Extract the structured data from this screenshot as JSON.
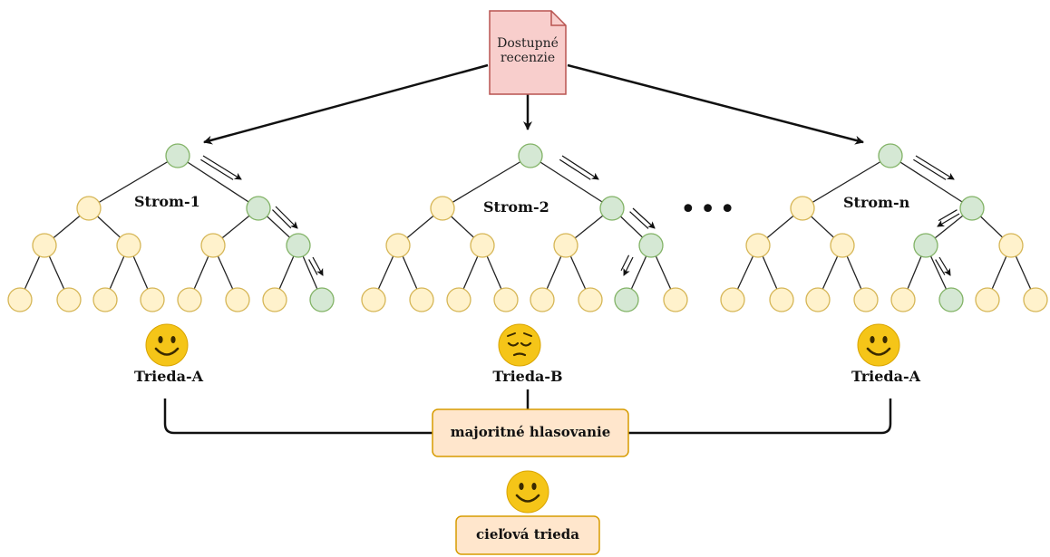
{
  "source": {
    "label_line1": "Dostupné",
    "label_line2": "recenzie"
  },
  "trees": [
    {
      "label": "Strom-1",
      "result": "Trieda-A",
      "emoji": "smile"
    },
    {
      "label": "Strom-2",
      "result": "Trieda-B",
      "emoji": "pensive"
    },
    {
      "label": "Strom-n",
      "result": "Trieda-A",
      "emoji": "smile"
    }
  ],
  "ellipsis": "•••",
  "voting": {
    "label": "majoritné hlasovanie"
  },
  "target": {
    "label": "cieľová trieda",
    "emoji": "smile"
  },
  "colors": {
    "node_default_fill": "#fff2cc",
    "node_default_stroke": "#d6b656",
    "node_path_fill": "#d5e8d4",
    "node_path_stroke": "#82b366",
    "document_fill": "#f8cecc",
    "document_stroke": "#b85450",
    "box_fill": "#ffe6cc",
    "box_stroke": "#d79b00",
    "emoji_face": "#f5c518",
    "line": "#111111"
  }
}
